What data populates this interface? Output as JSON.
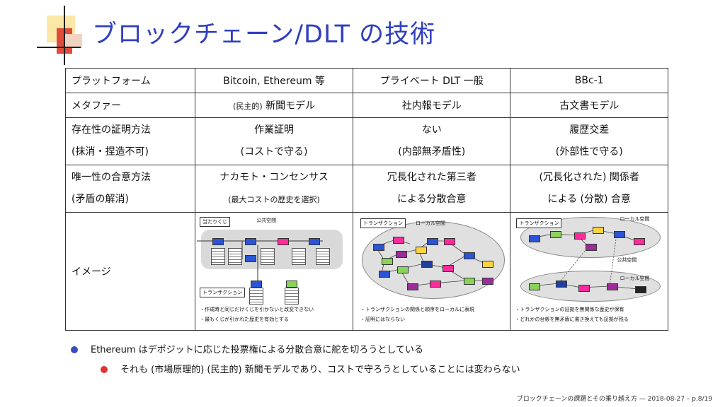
{
  "title": "ブロックチェーン/DLT の技術",
  "table": {
    "header": [
      "プラットフォーム",
      "Bitcoin, Ethereum 等",
      "プライベート DLT 一般",
      "BBc-1"
    ],
    "rows": [
      {
        "label": "メタファー",
        "cells": [
          "(民主的) 新聞モデル",
          "社内報モデル",
          "古文書モデル"
        ],
        "cell0_small": "(民主的)",
        "cell0_main": "新聞モデル"
      },
      {
        "label1": "存在性の証明方法",
        "label2": "(抹消・捏造不可)",
        "cells": [
          [
            "作業証明",
            "(コストで守る)"
          ],
          [
            "ない",
            "(内部無矛盾性)"
          ],
          [
            "履歴交差",
            "(外部性で守る)"
          ]
        ]
      },
      {
        "label1": "唯一性の合意方法",
        "label2": "(矛盾の解消)",
        "cells": [
          [
            "ナカモト・コンセンサス",
            "(最大コストの歴史を選択)"
          ],
          [
            "冗長化された第三者",
            "による分散合意"
          ],
          [
            "(冗長化された) 関係者",
            "による (分散) 合意"
          ]
        ]
      },
      {
        "label": "イメージ"
      }
    ]
  },
  "diagrams": {
    "d1": {
      "tag1": "当たりくじ",
      "title": "公共空間",
      "tag2": "トランザクション",
      "notes": [
        "・作成時と同じだけくじを引かないと改変できない",
        "・最もくじが引かれた歴史を有効とする"
      ]
    },
    "d2": {
      "tag": "トランザクション",
      "title": "ローカル空間",
      "notes": [
        "・トランザクションの関係と順序をローカルに表現",
        "・証明にはならない"
      ]
    },
    "d3": {
      "tag": "トランザクション",
      "title1": "ローカル空間",
      "title2": "公共空間",
      "title3": "ローカル空間",
      "notes": [
        "・トランザクションの証拠を無関係な歴史が保有",
        "・どれかの台帳を無矛盾に書き換えても証拠が残る"
      ]
    }
  },
  "bullets": [
    "Ethereum はデポジットに応じた投票権による分散合意に舵を切ろうとしている",
    "それも (市場原理的) (民主的) 新聞モデルであり、コストで守ろうとしていることには変わらない"
  ],
  "footer": "ブロックチェーンの課題とその乗り越え方 — 2018-08-27 – p.8/19",
  "colors": {
    "title": "#2f3fbf",
    "bullet1": "#3a4bc0",
    "bullet2": "#e03030"
  }
}
